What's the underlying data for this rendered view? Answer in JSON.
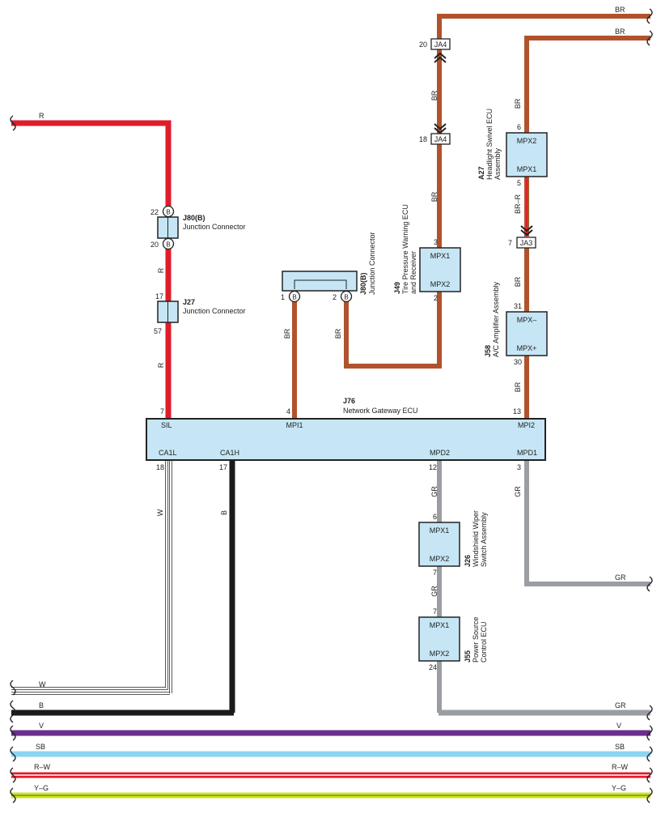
{
  "colors": {
    "BR": "#b0532d",
    "R": "#e11c2a",
    "GR": "#9a9ea3",
    "B": "#1a1a1a",
    "W": "#ffffff",
    "V": "#6b2d8e",
    "SB": "#8dd3f2",
    "R-W": "#e11c2a",
    "Y-G": "#d9dd1f",
    "box_fill": "#c6e6f5"
  },
  "wire_colors": {
    "BR": "BR",
    "R": "R",
    "GR": "GR",
    "B": "B",
    "W": "W",
    "V": "V",
    "SB": "SB",
    "RW": "R–W",
    "YG": "Y–G",
    "BRR": "BR–R"
  },
  "gateway": {
    "id": "J76",
    "name": "Network Gateway ECU",
    "pins": {
      "sil": "SIL",
      "mpi1": "MPI1",
      "mpi2": "MPI2",
      "ca1l": "CA1L",
      "ca1h": "CA1H",
      "mpd2": "MPD2",
      "mpd1": "MPD1"
    }
  },
  "j80": {
    "id": "J80(B)",
    "name": "Junction Connector",
    "pin_letter": "B"
  },
  "j27": {
    "id": "J27",
    "name": "Junction Connector"
  },
  "j49": {
    "id": "J49",
    "name_line1": "Tire Pressure Warning ECU",
    "name_line2": "and Receiver",
    "p1": "MPX1",
    "p2": "MPX2"
  },
  "a27": {
    "id": "A27",
    "name_line1": "Headlight Swivel ECU",
    "name_line2": "Assembly",
    "p1": "MPX2",
    "p2": "MPX1"
  },
  "j58": {
    "id": "J58",
    "name": "A/C Amplifier Assembly",
    "p1": "MPX–",
    "p2": "MPX+"
  },
  "j26": {
    "id": "J26",
    "name_line1": "Windshield Wiper",
    "name_line2": "Switch Assembly",
    "p1": "MPX1",
    "p2": "MPX2"
  },
  "j55": {
    "id": "J55",
    "name_line1": "Power Source",
    "name_line2": "Control ECU",
    "p1": "MPX1",
    "p2": "MPX2"
  },
  "ja4": "JA4",
  "ja3": "JA3",
  "pin_numbers": {
    "ja4_top": "20",
    "ja4_bot": "18",
    "j49_in": "3",
    "j49_out": "2",
    "a27_in": "6",
    "a27_out": "5",
    "ja3": "7",
    "j58_in": "31",
    "j58_out": "30",
    "gw_mpi2": "13",
    "j80_22": "22",
    "j80_20": "20",
    "j27_17": "17",
    "j27_57": "57",
    "gw_sil": "7",
    "j80b_1": "1",
    "j80b_2": "2",
    "gw_mpi1": "4",
    "gw_ca1l": "18",
    "gw_ca1h": "17",
    "gw_mpd2": "12",
    "gw_mpd1": "3",
    "j26_in": "6",
    "j26_out": "7",
    "j55_in": "7",
    "j55_out": "24"
  }
}
